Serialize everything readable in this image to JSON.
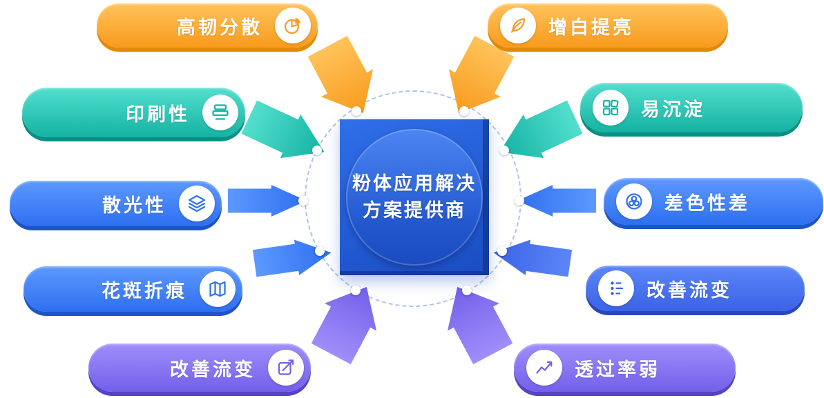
{
  "center": {
    "line1": "粉体应用解决",
    "line2": "方案提供商"
  },
  "left_items": [
    {
      "label": "高韧分散",
      "icon": "pie-chart",
      "color": "#F89B1D"
    },
    {
      "label": "印刷性",
      "icon": "printer",
      "color": "#14B2A2"
    },
    {
      "label": "散光性",
      "icon": "layers",
      "color": "#2E6FF0"
    },
    {
      "label": "花斑折痕",
      "icon": "map",
      "color": "#2E6FF0"
    },
    {
      "label": "改善流变",
      "icon": "pen-chart",
      "color": "#7260EA"
    }
  ],
  "right_items": [
    {
      "label": "增白提亮",
      "icon": "leaf",
      "color": "#F89B1D"
    },
    {
      "label": "易沉淀",
      "icon": "puzzle",
      "color": "#14B2A2"
    },
    {
      "label": "差色性差",
      "icon": "color-circles",
      "color": "#2E6FF0"
    },
    {
      "label": "改善流变",
      "icon": "dots-flow",
      "color": "#3A63E6"
    },
    {
      "label": "透过率弱",
      "icon": "trend-line",
      "color": "#7260EA"
    }
  ],
  "palette": {
    "orange": {
      "light": "#FFC35B",
      "main": "#F89B1D",
      "dark": "#E18A07"
    },
    "teal": {
      "light": "#53DFCE",
      "main": "#14B2A2",
      "dark": "#0B8F82"
    },
    "blue": {
      "light": "#5D99FF",
      "main": "#2E6FF0",
      "dark": "#1D55C9"
    },
    "indigo": {
      "light": "#5C86F8",
      "main": "#3A63E6",
      "dark": "#2748BB"
    },
    "purple": {
      "light": "#A08EFB",
      "main": "#7260EA",
      "dark": "#5544C4"
    },
    "center_square": "#1E55CB",
    "background": "#FFFFFF"
  }
}
